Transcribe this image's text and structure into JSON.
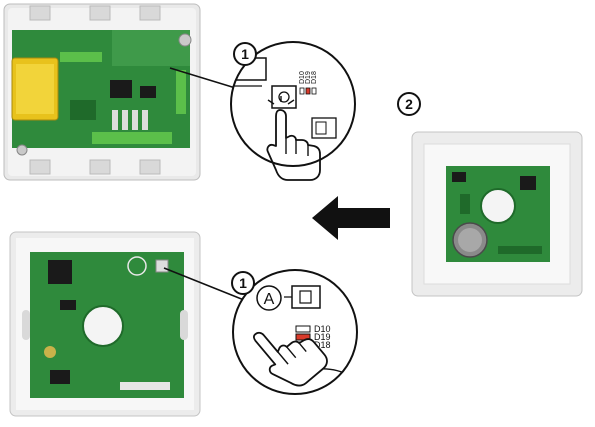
{
  "step_badges": [
    "1",
    "2",
    "1"
  ],
  "leds_top": [
    "D10",
    "D19",
    "D18"
  ],
  "leds_bottom": [
    "D10",
    "D19",
    "D18"
  ],
  "button_letter": "A",
  "colors": {
    "pcb_green": "#2f8a3c",
    "pcb_dark": "#1f6a2a",
    "housing": "#eeeeee",
    "transformer_yellow": "#e8c21c",
    "led_red": "#d93a2a",
    "arrow": "#111111"
  },
  "icons": [
    "hand-pointer-icon",
    "left-arrow-icon"
  ]
}
